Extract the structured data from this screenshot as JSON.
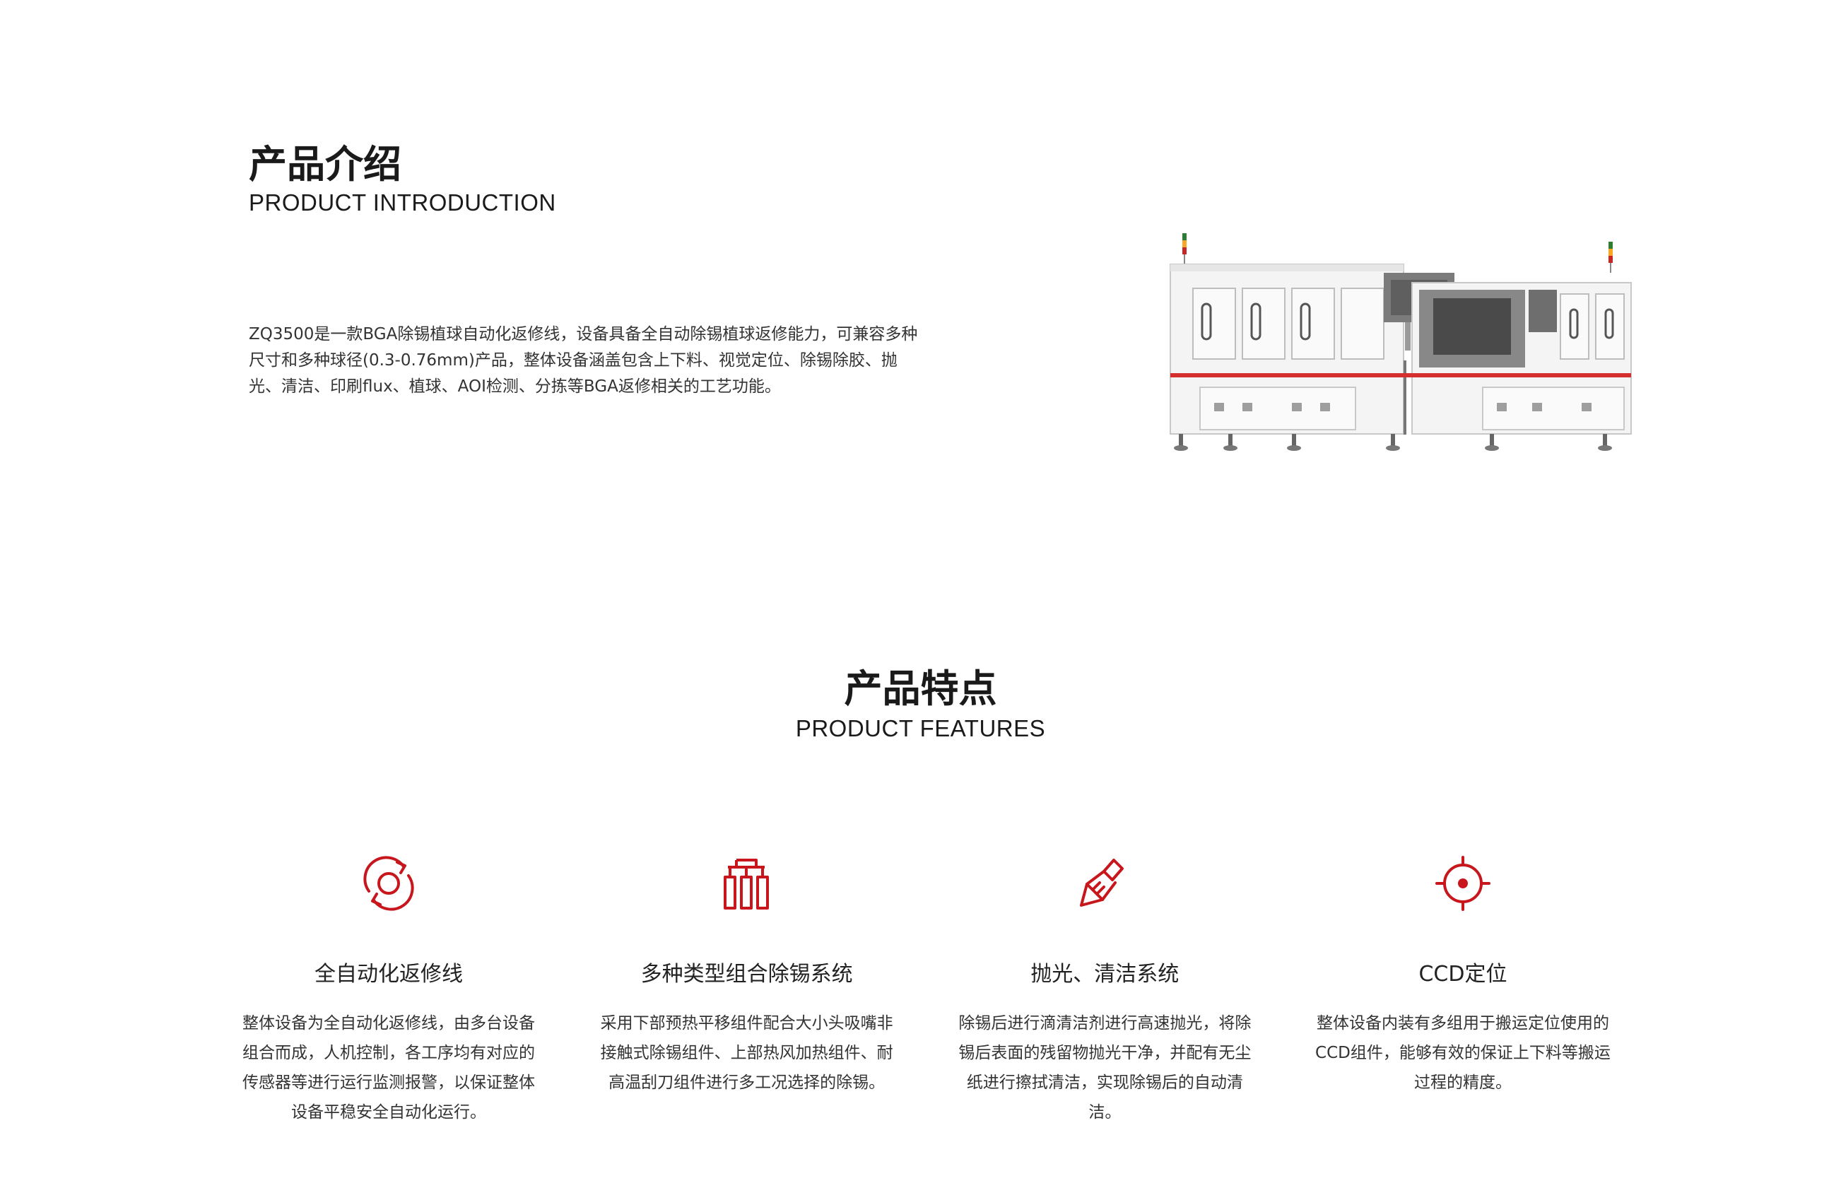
{
  "intro": {
    "title": "产品介绍",
    "subtitle": "PRODUCT INTRODUCTION",
    "description": "ZQ3500是一款BGA除锡植球自动化返修线，设备具备全自动除锡植球返修能力，可兼容多种尺寸和多种球径(0.3-0.76mm)产品，整体设备涵盖包含上下料、视觉定位、除锡除胶、抛光、清洁、印刷flux、植球、AOI检测、分拣等BGA返修相关的工艺功能。"
  },
  "features_section": {
    "title": "产品特点",
    "subtitle": "PRODUCT FEATURES"
  },
  "accent_color": "#c8161d",
  "features": [
    {
      "icon": "auto-cycle-icon",
      "title": "全自动化返修线",
      "desc": "整体设备为全自动化返修线，由多台设备组合而成，人机控制，各工序均有对应的传感器等进行运行监测报警，以保证整体设备平稳安全自动化运行。"
    },
    {
      "icon": "modules-icon",
      "title": "多种类型组合除锡系统",
      "desc": "采用下部预热平移组件配合大小头吸嘴非接触式除锡组件、上部热风加热组件、耐高温刮刀组件进行多工况选择的除锡。"
    },
    {
      "icon": "brush-icon",
      "title": "抛光、清洁系统",
      "desc": "除锡后进行滴清洁剂进行高速抛光，将除锡后表面的残留物抛光干净，并配有无尘纸进行擦拭清洁，实现除锡后的自动清洁。"
    },
    {
      "icon": "target-icon",
      "title": "CCD定位",
      "desc": "整体设备内装有多组用于搬运定位使用的CCD组件，能够有效的保证上下料等搬运过程的精度。"
    }
  ]
}
